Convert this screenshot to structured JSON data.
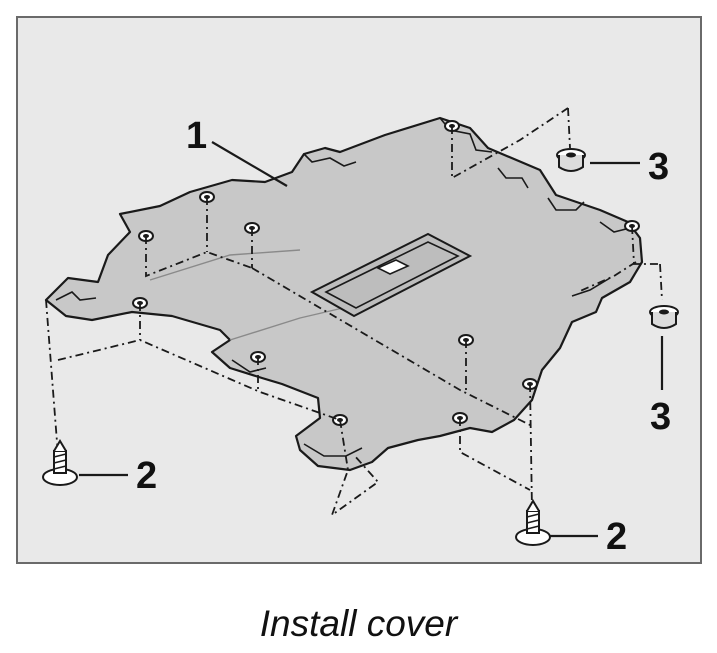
{
  "callouts": {
    "cover": "1",
    "screw_left": "2",
    "screw_right": "2",
    "nut_top": "3",
    "nut_bottom": "3"
  },
  "caption": "Install cover",
  "colors": {
    "frame_background": "#e9e9e9",
    "frame_border": "#6a6a6a",
    "panel_fill": "#c8c8c8",
    "line": "#1a1a1a"
  },
  "icons": {
    "cover": "underbody-cover-panel",
    "screw": "self-tapping-screw-icon",
    "nut": "clip-nut-icon"
  }
}
